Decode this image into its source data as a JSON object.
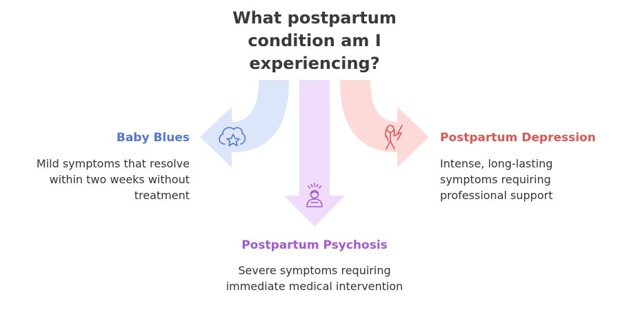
{
  "title": "What postpartum condition am I experiencing?",
  "colors": {
    "title": "#3a3a3a",
    "text": "#333333",
    "baby_blues": "#5078cc",
    "baby_blues_fill": "#dbe6fb",
    "psychosis": "#a458d1",
    "psychosis_fill": "#efdcfb",
    "depression": "#dc5656",
    "depression_fill": "#fdd9d8"
  },
  "options": {
    "baby_blues": {
      "heading": "Baby Blues",
      "description": "Mild symptoms that resolve within two weeks without treatment",
      "icon": "cloud-star-icon"
    },
    "postpartum_psychosis": {
      "heading": "Postpartum Psychosis",
      "description": "Severe symptoms requiring immediate medical intervention",
      "icon": "stressed-person-icon"
    },
    "postpartum_depression": {
      "heading": "Postpartum Depression",
      "description": "Intense, long-lasting symptoms requiring professional support",
      "icon": "distressed-person-icon"
    }
  }
}
